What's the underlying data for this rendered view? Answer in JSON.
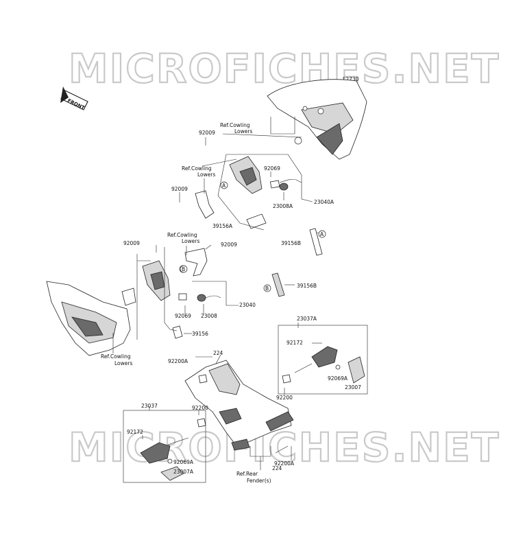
{
  "watermark": {
    "text": "MICROFICHES.NET"
  },
  "figure_code": "F2730",
  "front_indicator": "FRONT",
  "circle_markers": [
    "A",
    "B"
  ],
  "labels": {
    "ref_cowling_1": [
      "Ref.Cowling",
      "Lowers"
    ],
    "ref_cowling_2": [
      "Ref.Cowling",
      "Lowers"
    ],
    "ref_cowling_3": [
      "Ref.Cowling",
      "Lowers"
    ],
    "ref_cowling_4": [
      "Ref.Cowling",
      "Lowers"
    ],
    "ref_rear_fender": [
      "Ref.Rear",
      "Fender(s)"
    ],
    "p92009_a": "92009",
    "p92009_b": "92009",
    "p92009_c": "92009",
    "p92009_d": "92009",
    "p92069_a": "92069",
    "p92069_b": "92069",
    "p23008A": "23008A",
    "p23008": "23008",
    "p23040A": "23040A",
    "p23040": "23040",
    "p39156A": "39156A",
    "p39156B": "39156B",
    "p39156B_2": "39156B",
    "p39156": "39156",
    "p23037A": "23037A",
    "p23037": "23037",
    "p92172_a": "92172",
    "p92172_b": "92172",
    "p92069A_a": "92069A",
    "p92069A_b": "92069A",
    "p23007": "23007",
    "p23007A": "23007A",
    "p224_a": "224",
    "p224_b": "224",
    "p92200A_a": "92200A",
    "p92200A_b": "92200A",
    "p92200_a": "92200",
    "p92200_b": "92200"
  }
}
